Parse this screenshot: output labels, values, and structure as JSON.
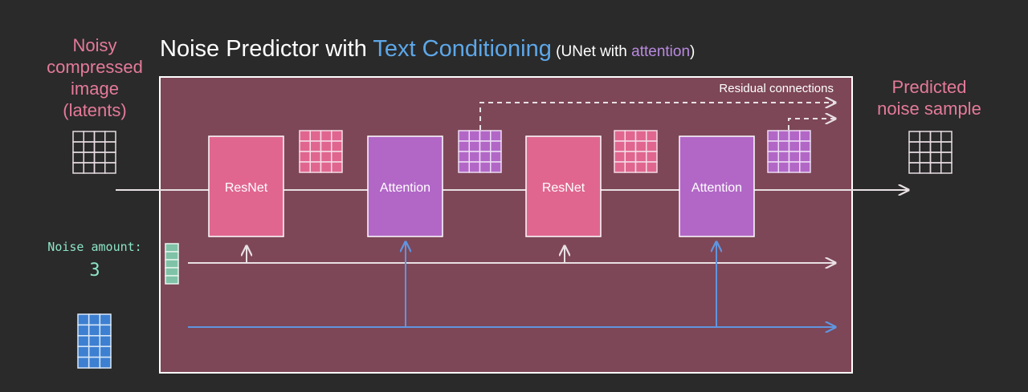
{
  "title": {
    "part1": "Noise Predictor with ",
    "part2": "Text Conditioning",
    "part3": " (UNet with ",
    "part4": "attention",
    "part5": ")"
  },
  "input": {
    "line1": "Noisy",
    "line2": "compressed",
    "line3": "image",
    "line4": "(latents)"
  },
  "output": {
    "line1": "Predicted",
    "line2": "noise sample"
  },
  "residual_label": "Residual connections",
  "noise": {
    "label": "Noise amount:",
    "value": "3"
  },
  "blocks": [
    {
      "label": "ResNet",
      "kind": "resnet"
    },
    {
      "label": "Attention",
      "kind": "attention"
    },
    {
      "label": "ResNet",
      "kind": "resnet"
    },
    {
      "label": "Attention",
      "kind": "attention"
    }
  ],
  "colors": {
    "background": "#2a2a2a",
    "unet_panel": "#7d4757",
    "resnet": "#e06690",
    "attention": "#b267c7",
    "text_conditioning": "#5da7e8",
    "attention_text": "#b98ae0",
    "input_text": "#e57a9a",
    "noise_text": "#8de4c6",
    "line": "#e8e0e4",
    "blue_line": "#5f95e0"
  }
}
